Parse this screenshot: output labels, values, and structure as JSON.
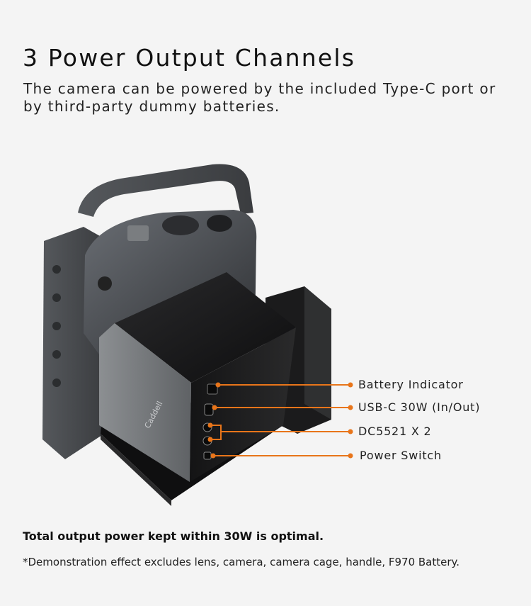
{
  "header": {
    "title": "3 Power Output Channels",
    "subtitle": "The camera can be powered by the included Type-C port or by third-party dummy batteries."
  },
  "callouts": [
    {
      "label": "Battery Indicator"
    },
    {
      "label": "USB-C 30W (In/Out)"
    },
    {
      "label": "DC5521 X 2"
    },
    {
      "label": "Power Switch"
    }
  ],
  "product": {
    "brand_mark": "Caddell"
  },
  "colors": {
    "callout_line": "#e8751a",
    "background": "#f4f4f4"
  },
  "footer": {
    "note_bold": "Total output power kept within 30W is optimal.",
    "note": "*Demonstration effect excludes lens, camera, camera cage, handle, F970 Battery."
  }
}
